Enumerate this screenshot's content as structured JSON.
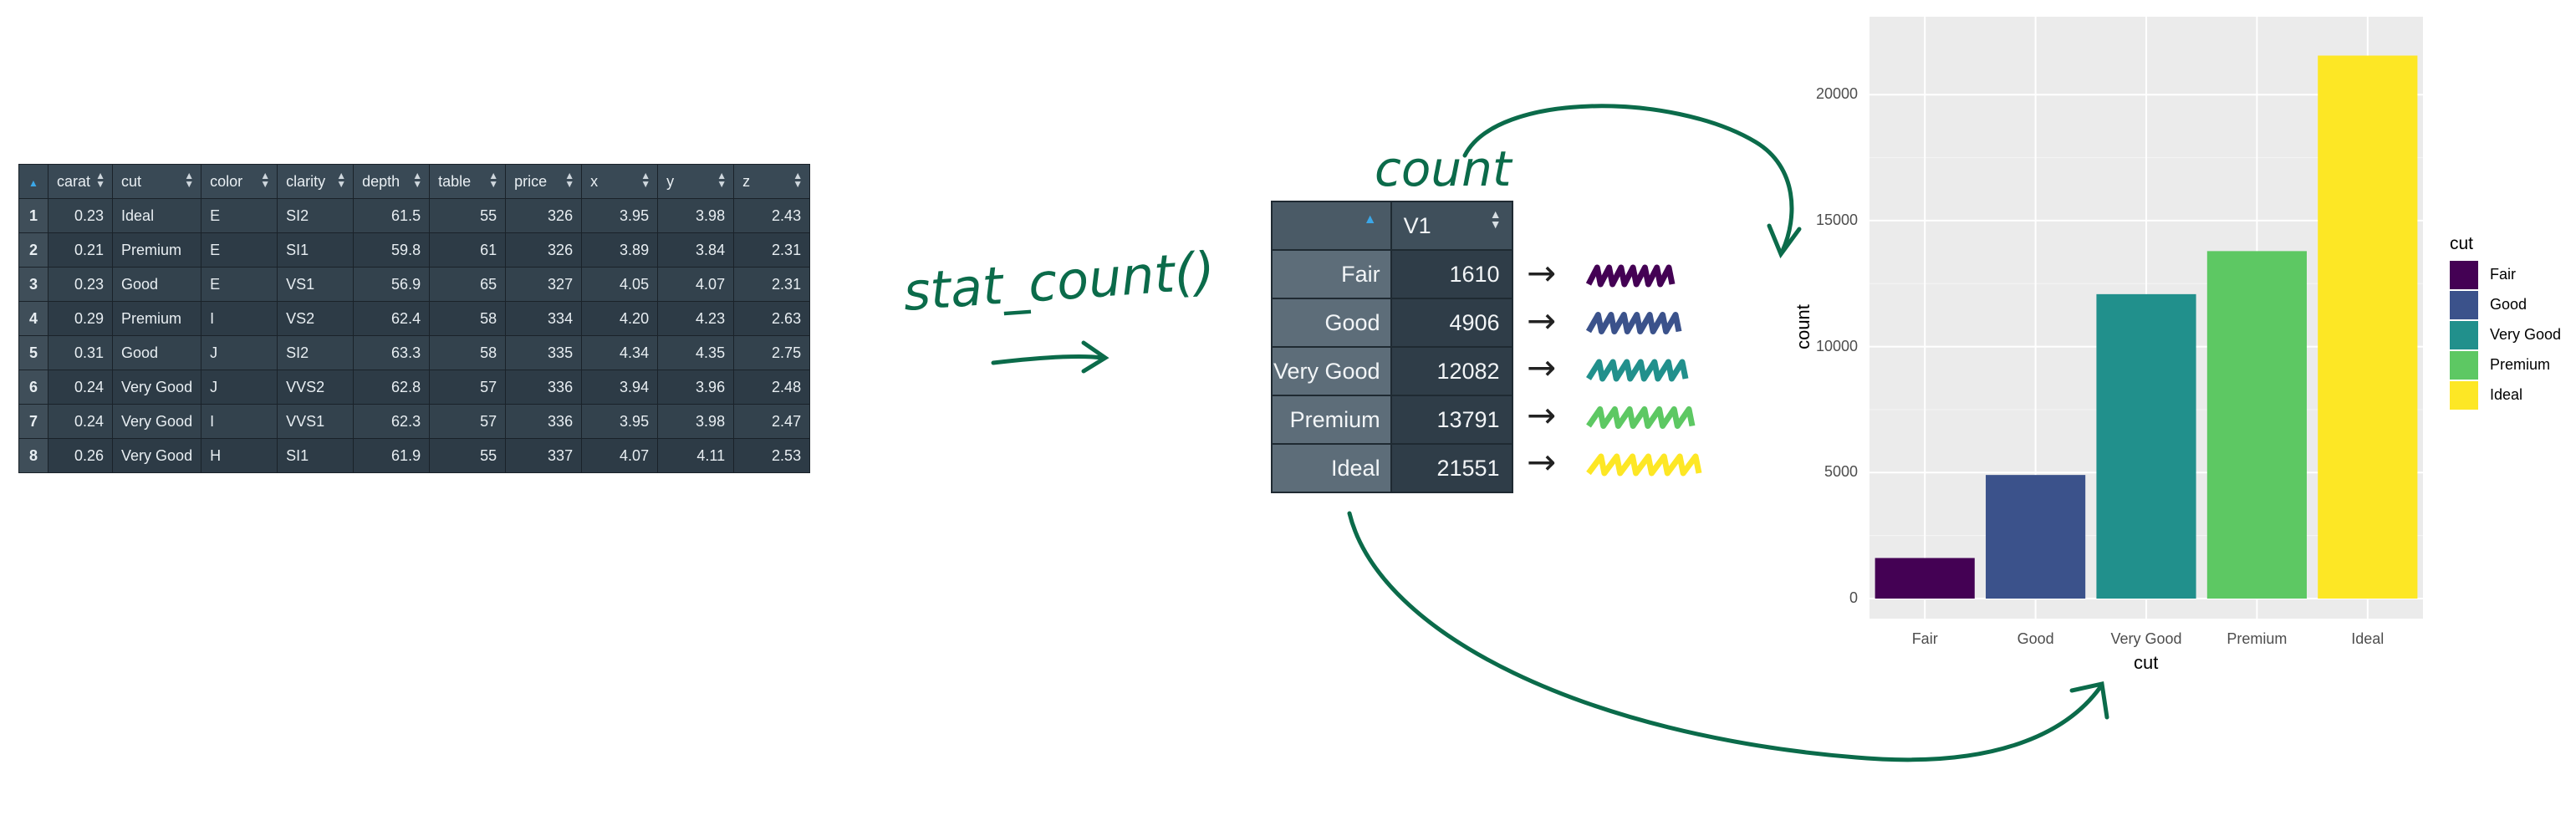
{
  "diamonds_table": {
    "columns": [
      "carat",
      "cut",
      "color",
      "clarity",
      "depth",
      "table",
      "price",
      "x",
      "y",
      "z"
    ],
    "rows": [
      [
        "1",
        "0.23",
        "Ideal",
        "E",
        "SI2",
        "61.5",
        "55",
        "326",
        "3.95",
        "3.98",
        "2.43"
      ],
      [
        "2",
        "0.21",
        "Premium",
        "E",
        "SI1",
        "59.8",
        "61",
        "326",
        "3.89",
        "3.84",
        "2.31"
      ],
      [
        "3",
        "0.23",
        "Good",
        "E",
        "VS1",
        "56.9",
        "65",
        "327",
        "4.05",
        "4.07",
        "2.31"
      ],
      [
        "4",
        "0.29",
        "Premium",
        "I",
        "VS2",
        "62.4",
        "58",
        "334",
        "4.20",
        "4.23",
        "2.63"
      ],
      [
        "5",
        "0.31",
        "Good",
        "J",
        "SI2",
        "63.3",
        "58",
        "335",
        "4.34",
        "4.35",
        "2.75"
      ],
      [
        "6",
        "0.24",
        "Very Good",
        "J",
        "VVS2",
        "62.8",
        "57",
        "336",
        "3.94",
        "3.96",
        "2.48"
      ],
      [
        "7",
        "0.24",
        "Very Good",
        "I",
        "VVS1",
        "62.3",
        "57",
        "336",
        "3.95",
        "3.98",
        "2.47"
      ],
      [
        "8",
        "0.26",
        "Very Good",
        "H",
        "SI1",
        "61.9",
        "55",
        "337",
        "4.07",
        "4.11",
        "2.53"
      ]
    ]
  },
  "annotations": {
    "stat_label": "stat_count()",
    "count_label": "count"
  },
  "count_table": {
    "header": "V1",
    "rows": [
      {
        "label": "Fair",
        "value": "1610",
        "color": "#440154"
      },
      {
        "label": "Good",
        "value": "4906",
        "color": "#3b528b"
      },
      {
        "label": "Very Good",
        "value": "12082",
        "color": "#21908c"
      },
      {
        "label": "Premium",
        "value": "13791",
        "color": "#5dc863"
      },
      {
        "label": "Ideal",
        "value": "21551",
        "color": "#fde725"
      }
    ]
  },
  "chart_data": {
    "type": "bar",
    "categories": [
      "Fair",
      "Good",
      "Very Good",
      "Premium",
      "Ideal"
    ],
    "values": [
      1610,
      4906,
      12082,
      13791,
      21551
    ],
    "colors": [
      "#440154",
      "#3b528b",
      "#21908c",
      "#5dc863",
      "#fde725"
    ],
    "xlabel": "cut",
    "ylabel": "count",
    "yticks": [
      0,
      5000,
      10000,
      15000,
      20000
    ],
    "ylim": [
      0,
      22629
    ],
    "legend_title": "cut",
    "legend_position": "right",
    "grid": true
  }
}
